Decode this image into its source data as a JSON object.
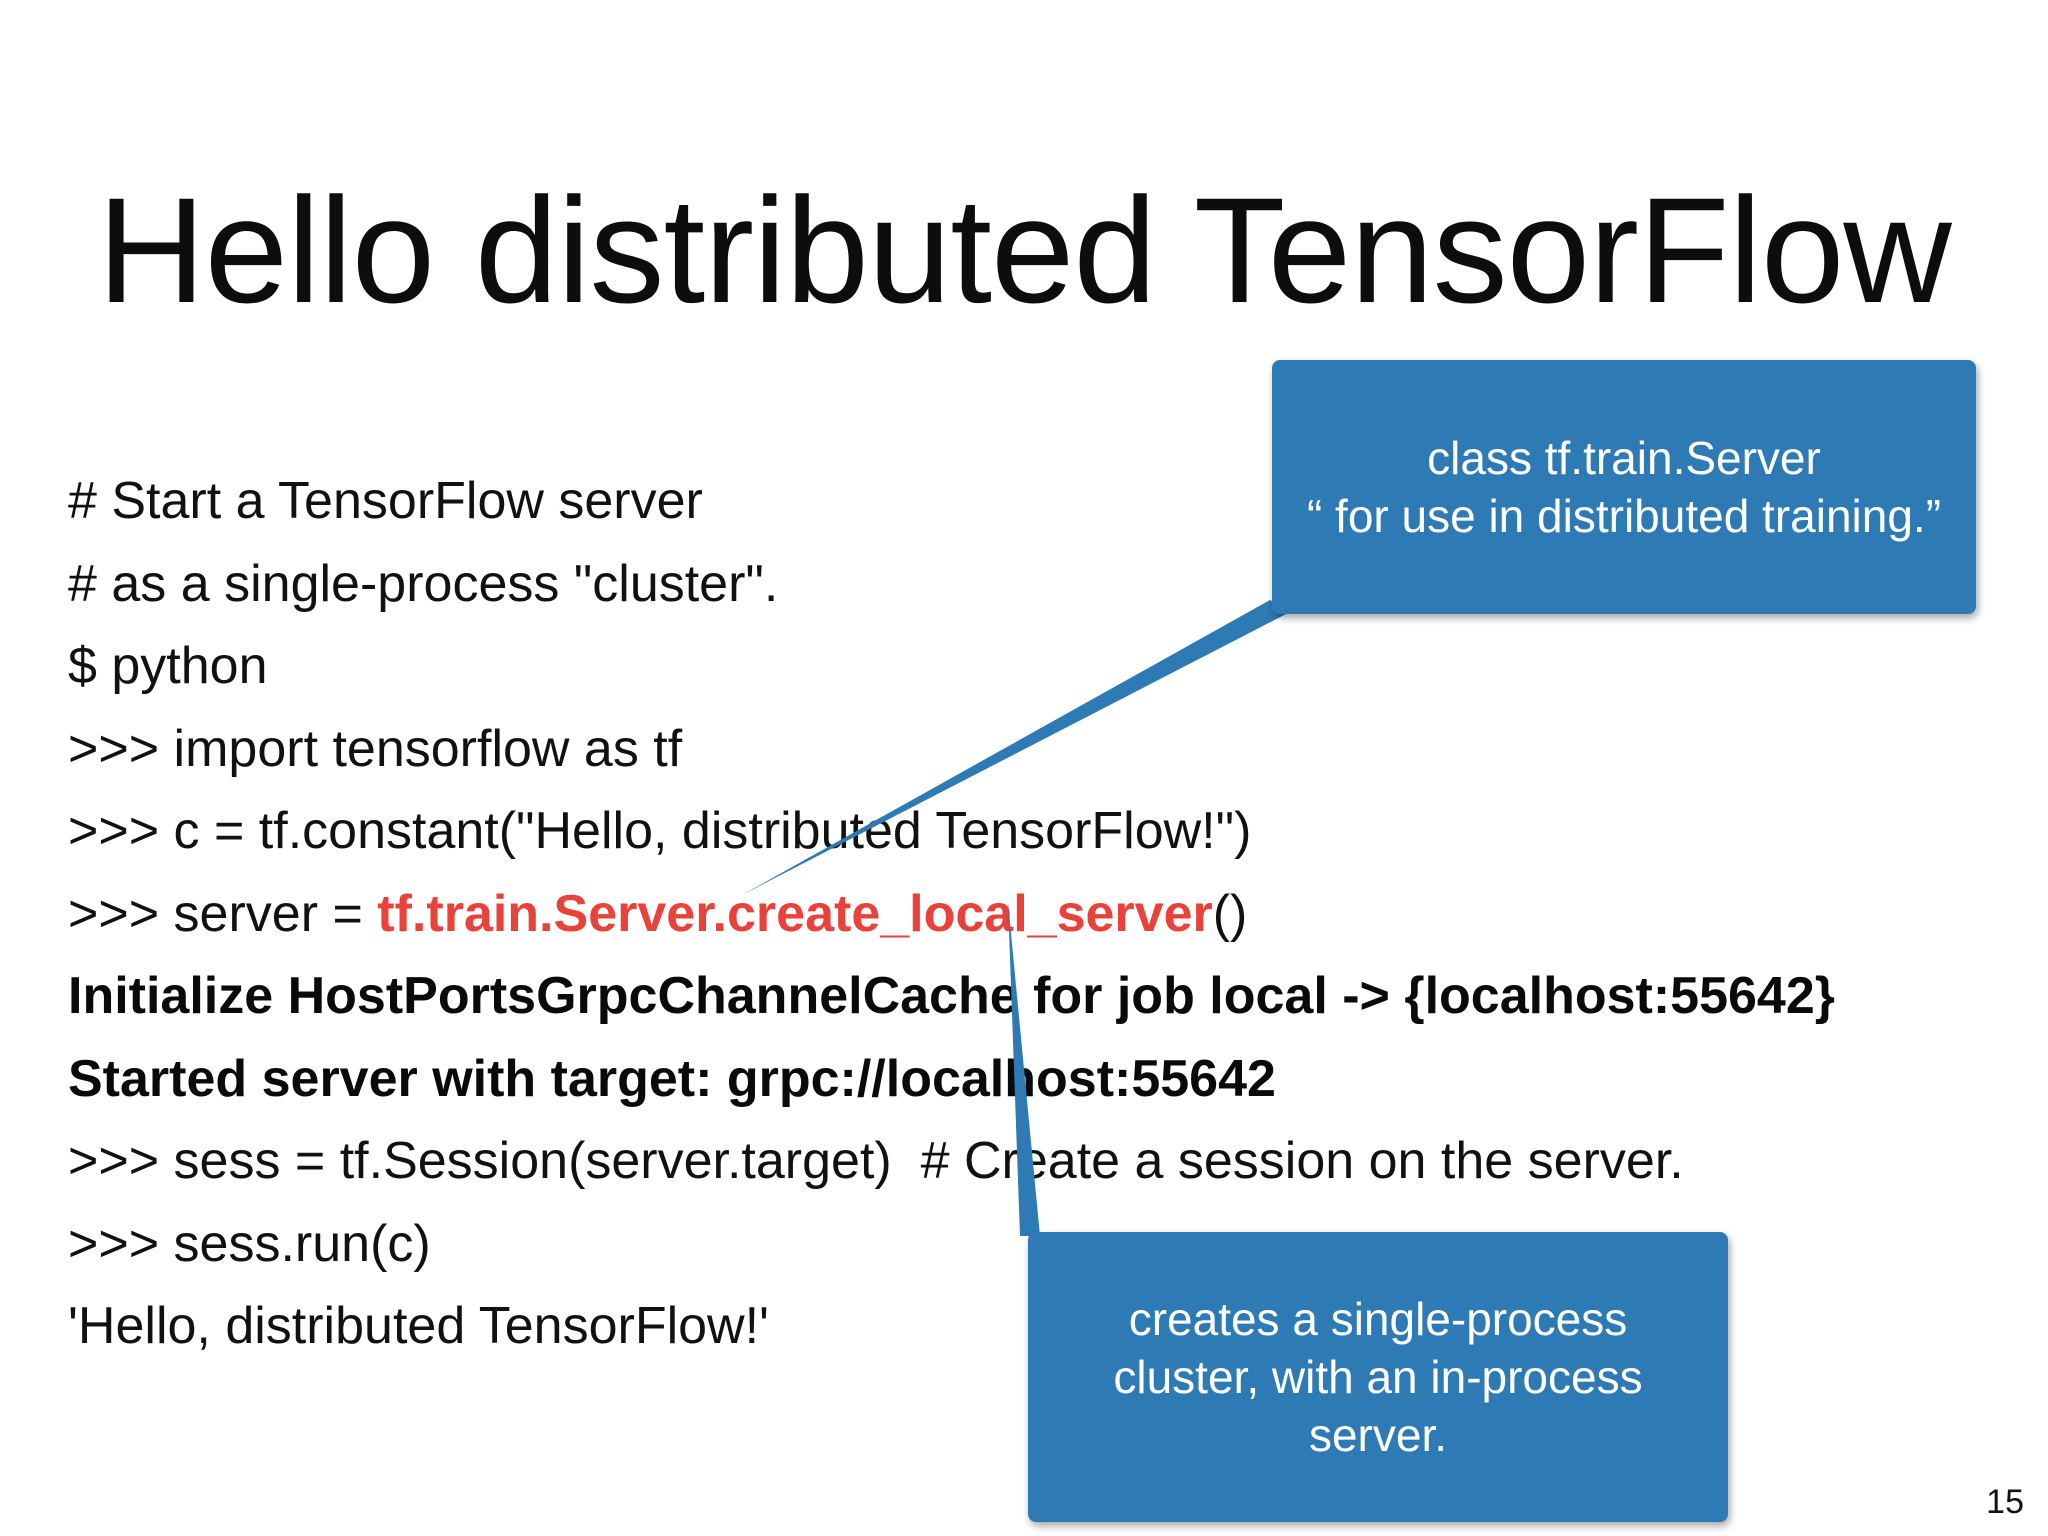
{
  "slide": {
    "title": "Hello distributed TensorFlow",
    "page_number": "15"
  },
  "code_lines": {
    "l1": "# Start a TensorFlow server",
    "l2": "# as a single-process \"cluster\".",
    "l3": "$ python",
    "l4": ">>> import tensorflow as tf",
    "l5": ">>> c = tf.constant(\"Hello, distributed TensorFlow!\")",
    "l6_prefix": ">>> server = ",
    "l6_highlight": "tf.train.Server.create_local_server",
    "l6_suffix": "()",
    "l7": "Initialize HostPortsGrpcChannelCache for job local -> {localhost:55642}",
    "l8": "Started server with target: grpc://localhost:55642",
    "l9": ">>> sess = tf.Session(server.target)  # Create a session on the server.",
    "l10": ">>> sess.run(c)",
    "l11": "'Hello, distributed TensorFlow!'"
  },
  "callouts": {
    "top": {
      "line1": "class tf.train.Server",
      "line2": "“ for use in distributed training.”"
    },
    "bottom": {
      "line1": "creates a single-process",
      "line2": "cluster, with an in-process",
      "line3": "server."
    }
  },
  "colors": {
    "highlight": "#e8423a",
    "callout_fill": "#2e7ab5",
    "text": "#111111",
    "background": "#ffffff"
  }
}
